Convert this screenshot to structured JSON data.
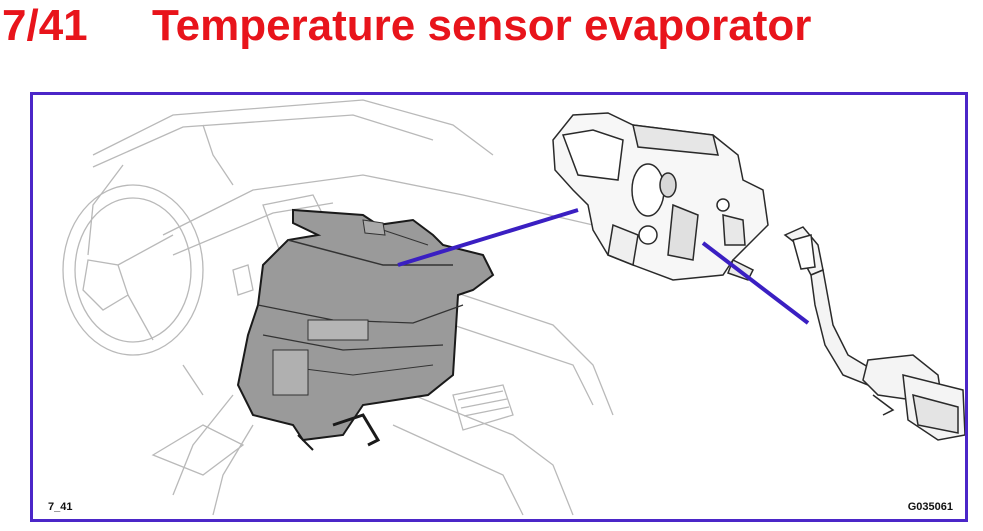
{
  "slide": {
    "number": "7/41",
    "title": "Temperature sensor evaporator"
  },
  "figure": {
    "ref_left": "7_41",
    "ref_right": "G035061",
    "callout_color": "#3a1fc2",
    "frame_color": "#4b26c8",
    "title_color": "#e8141b",
    "icons": [
      "dashboard-illustration",
      "hvac-unit-icon",
      "evaporator-housing-icon",
      "temperature-sensor-icon"
    ]
  }
}
